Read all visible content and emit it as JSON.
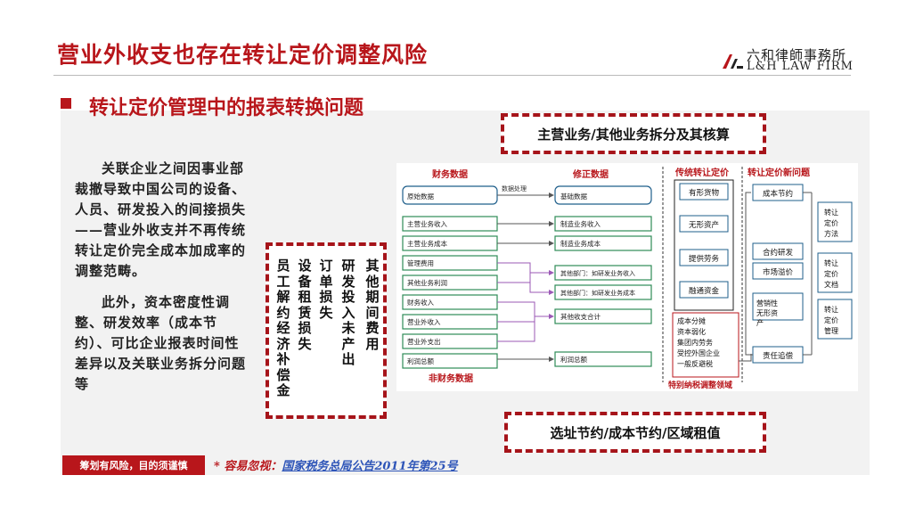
{
  "title": "营业外收支也存在转让定价调整风险",
  "logo": {
    "cn": "六和律師事務所",
    "en": "L&H LAW FIRM"
  },
  "subtitle": "转让定价管理中的报表转换问题",
  "paragraphs": [
    "关联企业之间因事业部裁撤导致中国公司的设备、人员、研发投入的间接损失——营业外收支并不再传统转让定价完全成本加成率的调整范畴。",
    "此外，资本密度性调整、研发效率（成本节约）、可比企业报表时间性差异以及关联业务拆分问题等"
  ],
  "vertical_columns": [
    [
      "其",
      "他",
      "期",
      "间",
      "费",
      "用"
    ],
    [
      "研",
      "发",
      "投",
      "入",
      "未",
      "产",
      "出"
    ],
    [
      "订",
      "单",
      "损",
      "失"
    ],
    [
      "设",
      "备",
      "租",
      "赁",
      "损",
      "失"
    ],
    [
      "员",
      "工",
      "解",
      "约",
      "经",
      "济",
      "补",
      "偿",
      "金"
    ]
  ],
  "top_box": "主营业务/其他业务拆分及其核算",
  "bottom_box": "选址节约/成本节约/区域租值",
  "red_tag": "筹划有风险，目的须谨慎",
  "note": {
    "prefix": "* 容易忽视：",
    "link": "国家税务总局公告2011年第25号"
  },
  "colors": {
    "accent_red": "#b8161b",
    "box_blue": "#1f5f8b",
    "box_green": "#2e8b57",
    "line_purple": "#9b59b6"
  },
  "diagram": {
    "header_financial": "财务数据",
    "header_corrected": "修正数据",
    "header_traditional": "传统转让定价",
    "header_new": "转让定价新问题",
    "footer_nonfinancial": "非财务数据",
    "footer_special": "特别纳税调整领域",
    "process_label": "数据处理",
    "left_items": [
      "原始数据",
      "主营业务收入",
      "主营业务成本",
      "管理费用",
      "其他业务利润",
      "财务收入",
      "营业外收入",
      "营业外支出",
      "利润总额"
    ],
    "mid_items": [
      "基础数据",
      "制造业务收入",
      "制造业务成本",
      "其他部门：如研发业务收入",
      "其他部门：如研发业务成本",
      "其他收支合计",
      "利润总额"
    ],
    "traditional_items": [
      "有形货物",
      "无形资产",
      "提供劳务",
      "融通资金"
    ],
    "new_items": [
      "成本节约",
      "合约研发",
      "市场溢价",
      "营销性无形资产",
      "责任追偿"
    ],
    "special_items": [
      "成本分摊",
      "资本弱化",
      "集团内劳务",
      "受控外国企业",
      "一般反避税"
    ],
    "method_items": [
      "转让定价方法",
      "转让定价文档",
      "转让定价管理"
    ]
  }
}
